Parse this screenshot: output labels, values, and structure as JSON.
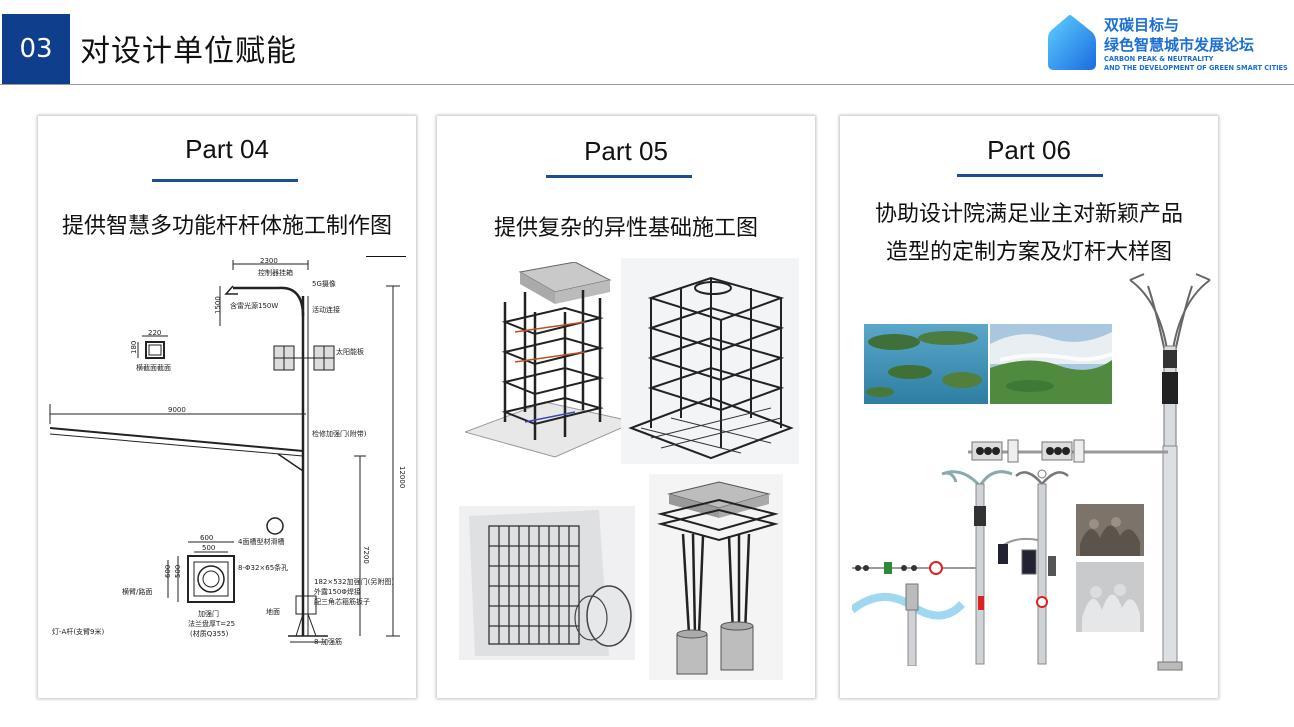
{
  "header": {
    "section_number": "03",
    "title": "对设计单位赋能"
  },
  "logo": {
    "cn_line1": "双碳目标与",
    "cn_line2": "绿色智慧城市发展论坛",
    "en_line1": "CARBON PEAK & NEUTRALITY",
    "en_line2": "AND THE DEVELOPMENT OF GREEN SMART CITIES"
  },
  "panels": [
    {
      "part": "Part 04",
      "caption": "提供智慧多功能杆杆体施工制作图"
    },
    {
      "part": "Part 05",
      "caption": "提供复杂的异性基础施工图"
    },
    {
      "part": "Part 06",
      "caption_line1": "协助设计院满足业主对新颖产品",
      "caption_line2": "造型的定制方案及灯杆大样图"
    }
  ],
  "drawing": {
    "dim_2300": "2300",
    "dim_1500": "1500",
    "dim_9000": "9000",
    "dim_12000": "12000",
    "dim_7200": "7200",
    "dim_600a": "600",
    "dim_500a": "500",
    "dim_600b": "600",
    "dim_500b": "500",
    "dim_220": "220",
    "dim_180": "180",
    "lbl_control": "控制器挂箱",
    "lbl_camera": "5G摄像",
    "lbl_light": "含雷光源150W",
    "lbl_mount": "活动连接",
    "lbl_solar": "太阳能板",
    "lbl_section": "横截面截面",
    "lbl_repair": "检修加强门(附带)",
    "lbl_slot": "4面槽型材滑槽",
    "lbl_holes": "8-Φ32×65条孔",
    "lbl_road": "横臂/路面",
    "lbl_flange1": "加强门",
    "lbl_flange2": "法兰盘厚T=25",
    "lbl_flange3": "(材质Q355)",
    "lbl_pole": "灯-A杆(支臂9米)",
    "lbl_spec1": "182×532加强门(另附图)",
    "lbl_spec2": "外露150Φ焊接",
    "lbl_spec3": "配三角芯箍筋扳子",
    "lbl_ground": "地面",
    "lbl_rib": "8-加强筋"
  }
}
